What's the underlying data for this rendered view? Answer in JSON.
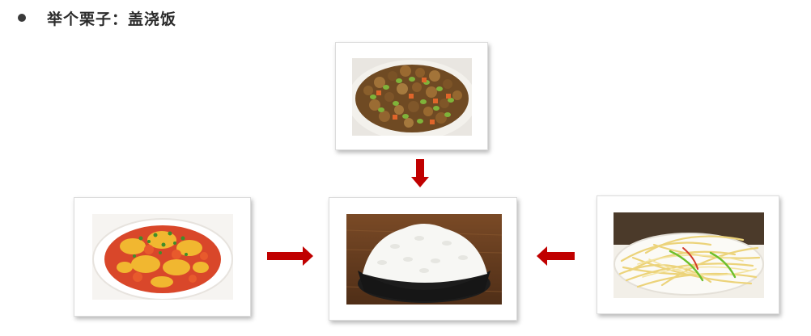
{
  "heading": {
    "text": "举个栗子：盖浇饭"
  },
  "colors": {
    "arrow": "#c00000",
    "text": "#2b2b2b"
  },
  "dishes": [
    {
      "id": "diced-vegetable-stir-fry",
      "icon": "diced-vegetable-photo",
      "role": "topping"
    },
    {
      "id": "tomato-egg-stir-fry",
      "icon": "tomato-egg-photo",
      "role": "topping"
    },
    {
      "id": "steamed-rice",
      "icon": "rice-bowl-photo",
      "role": "base"
    },
    {
      "id": "shredded-potato-stir-fry",
      "icon": "shredded-potato-photo",
      "role": "topping"
    }
  ]
}
